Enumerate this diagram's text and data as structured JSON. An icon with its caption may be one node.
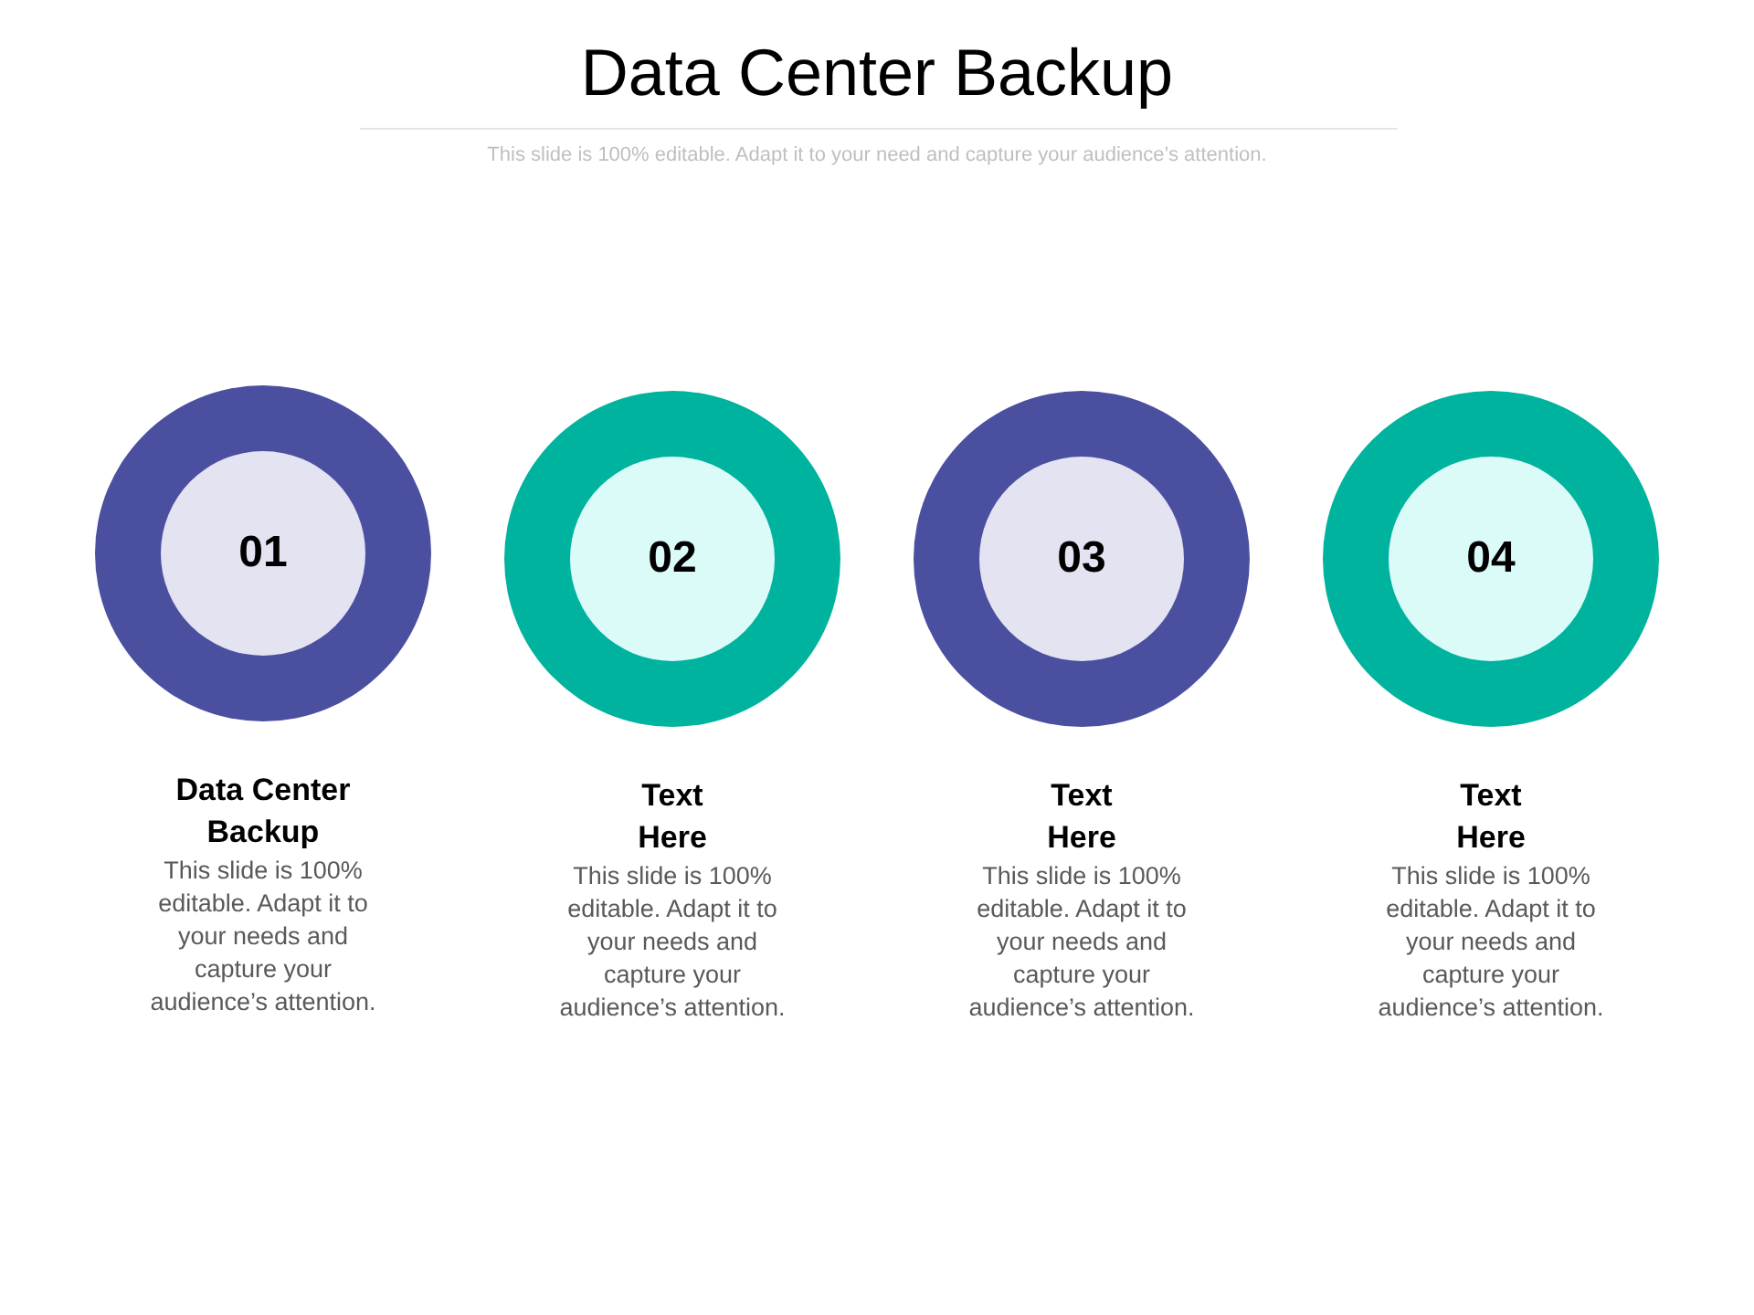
{
  "diagram": {
    "title": "Data Center Backup",
    "nodes": [
      {
        "text": [
          "01"
        ],
        "beside": [
          "Data Center Backup",
          "This slide is 100% editable. Adapt it to your needs and capture your audience’s attention."
        ]
      },
      {
        "text": [
          "02"
        ],
        "beside": [
          "Text Here",
          "This slide is 100% editable. Adapt it to your needs and capture your audience’s attention."
        ]
      },
      {
        "text": [
          "03"
        ],
        "beside": [
          "Text Here",
          "This slide is 100% editable. Adapt it to your needs and capture your audience’s attention."
        ]
      },
      {
        "text": [
          "04"
        ],
        "beside": [
          "Text Here",
          "This slide is 100% editable. Adapt it to your needs and capture your audience’s attention."
        ]
      }
    ],
    "labels": [
      "This slide is 100% editable. Adapt it to your need and capture your audience’s attention."
    ]
  }
}
